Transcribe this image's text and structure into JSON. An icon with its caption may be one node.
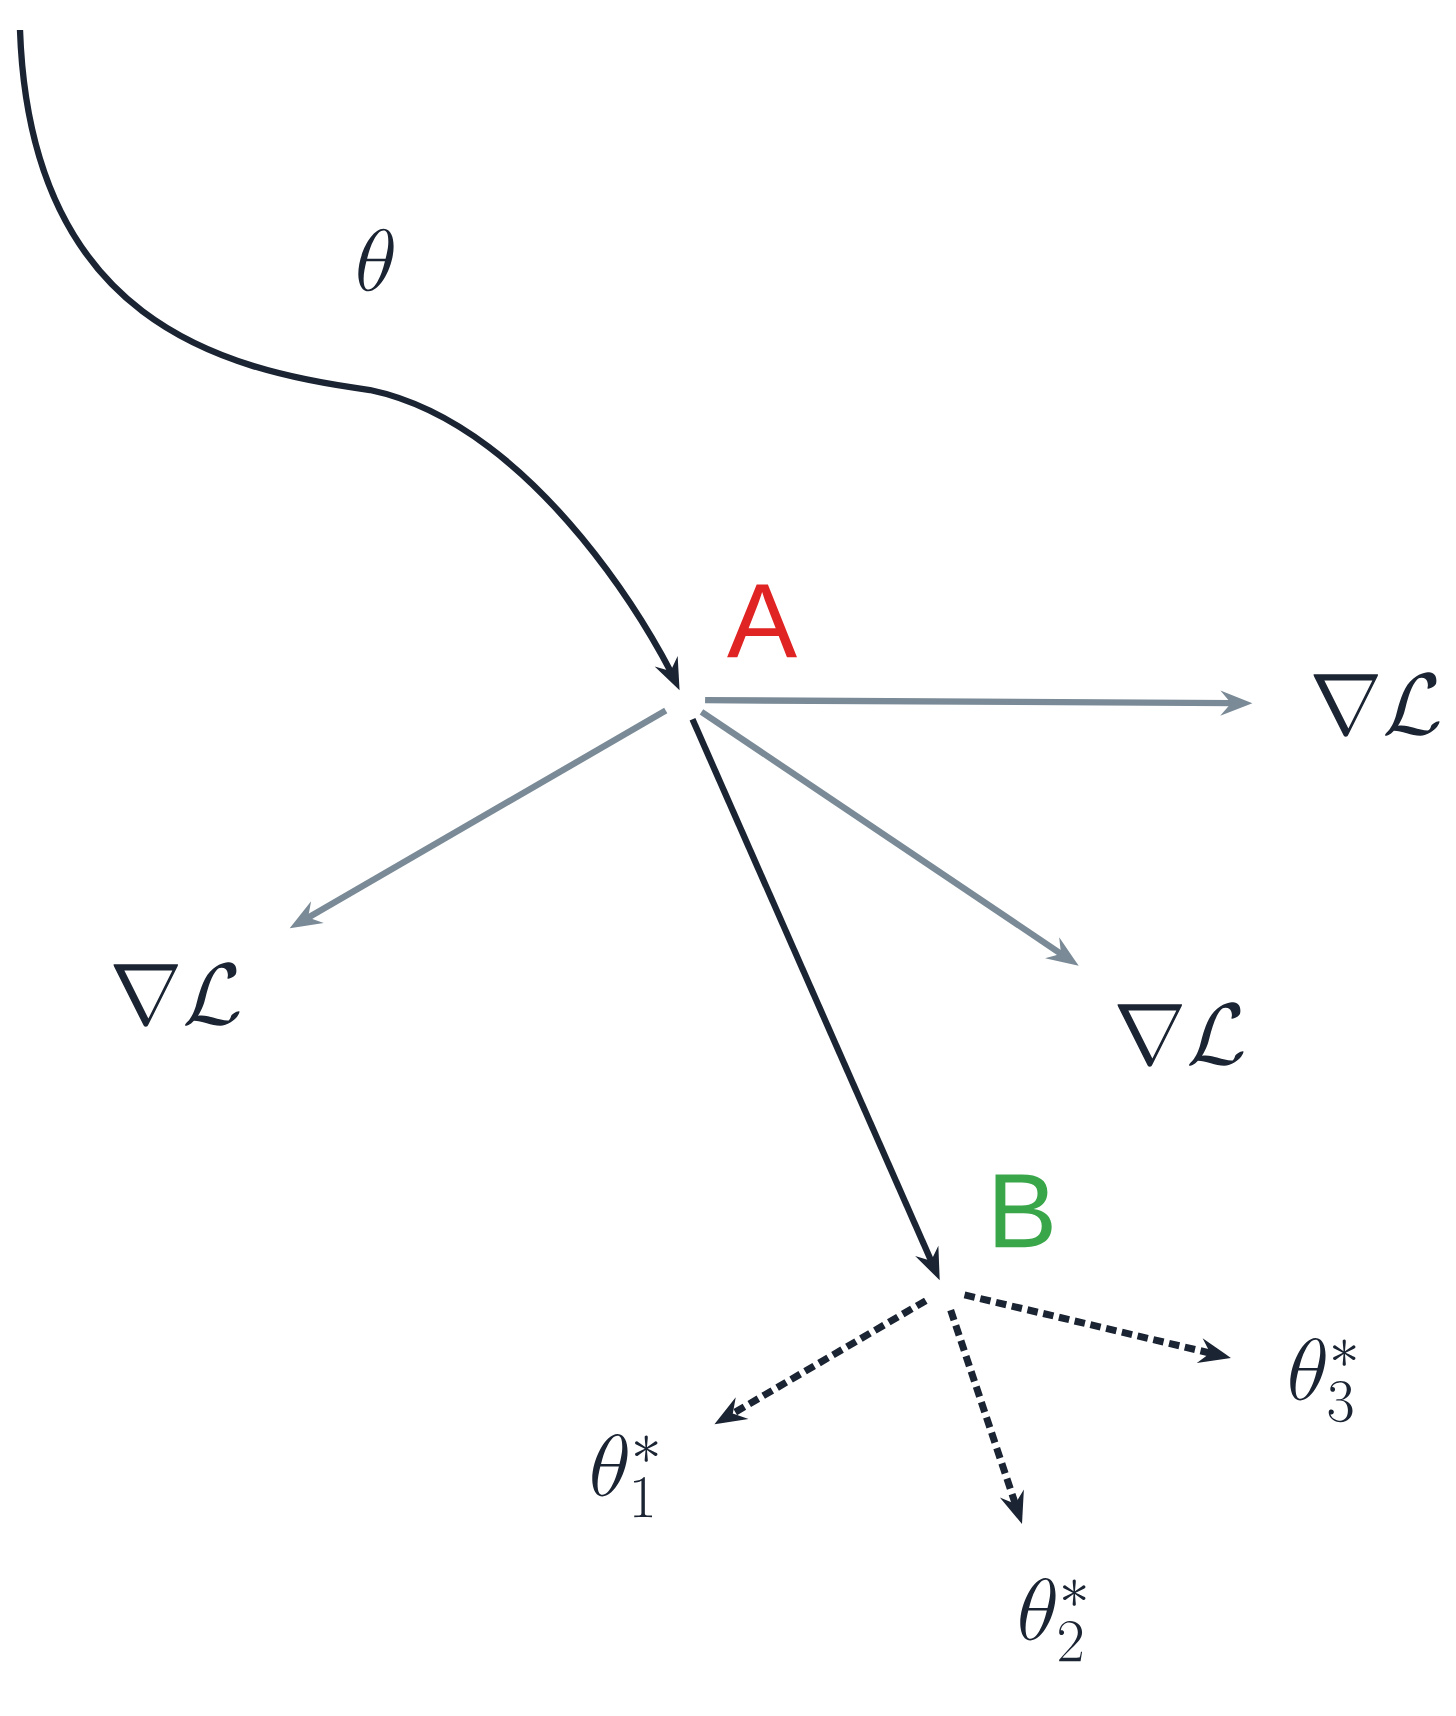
{
  "diagram": {
    "nodes": [
      {
        "text": [
          "A"
        ]
      },
      {
        "text": [
          "\\nabla \\mathcal{L}"
        ]
      },
      {
        "text": [
          "\\nabla \\mathcal{L}"
        ]
      },
      {
        "text": [
          "\\nabla \\mathcal{L}"
        ]
      },
      {
        "text": [
          "B"
        ]
      },
      {
        "text": [
          "\\theta_1^*"
        ]
      },
      {
        "text": [
          "\\theta_2^*"
        ]
      },
      {
        "text": [
          "\\theta_3^*"
        ]
      }
    ],
    "edges": [
      {
        "from": null,
        "to": 0,
        "arrow": "to",
        "label": "\\theta"
      },
      {
        "from": 0,
        "to": 1,
        "arrow": "to",
        "color": "#7a8a96"
      },
      {
        "from": 0,
        "to": 2,
        "arrow": "to",
        "color": "#7a8a96"
      },
      {
        "from": 0,
        "to": 3,
        "arrow": "to",
        "color": "#7a8a96"
      },
      {
        "from": 0,
        "to": 4,
        "arrow": "to"
      },
      {
        "from": 4,
        "to": 5,
        "arrow": "to",
        "style": "dashed"
      },
      {
        "from": 4,
        "to": 6,
        "arrow": "to",
        "style": "dashed"
      },
      {
        "from": 4,
        "to": 7,
        "arrow": "to",
        "style": "dashed"
      }
    ]
  }
}
